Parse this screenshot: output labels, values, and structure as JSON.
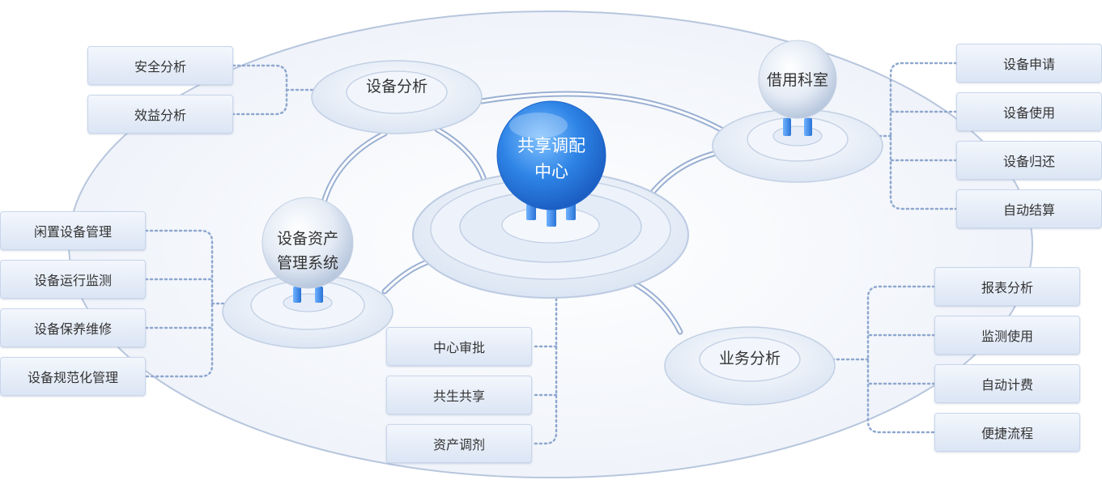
{
  "center": {
    "line1": "共享调配",
    "line2": "中心"
  },
  "nodes": {
    "equipment_analysis": "设备分析",
    "borrow_room": "借用科室",
    "asset_system_line1": "设备资产",
    "asset_system_line2": "管理系统",
    "business_analysis": "业务分析"
  },
  "groups": {
    "top_left": [
      "安全分析",
      "效益分析"
    ],
    "left": [
      "闲置设备管理",
      "设备运行监测",
      "设备保养维修",
      "设备规范化管理"
    ],
    "bottom_center": [
      "中心审批",
      "共生共享",
      "资产调剂"
    ],
    "right_top": [
      "设备申请",
      "设备使用",
      "设备归还",
      "自动结算"
    ],
    "right_bottom": [
      "报表分析",
      "监测使用",
      "自动计费",
      "便捷流程"
    ]
  },
  "colors": {
    "accent": "#2b7fe0",
    "line": "#8fa8cf",
    "box_border": "#c9d6ea"
  }
}
